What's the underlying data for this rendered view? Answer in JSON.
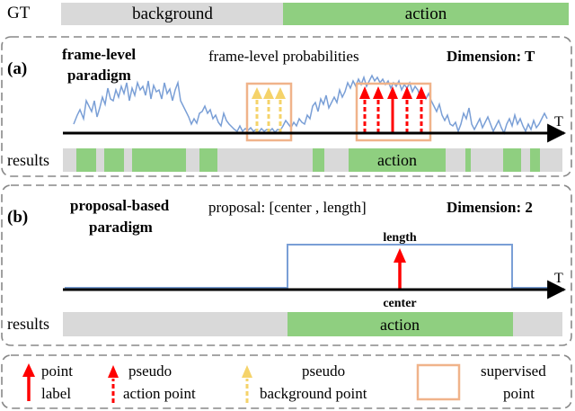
{
  "gt_row": {
    "label": "GT",
    "background_label": "background",
    "action_label": "action",
    "background_color": "#d9d9d9",
    "action_color": "#8fcf80"
  },
  "panel_a": {
    "tag": "(a)",
    "title_line1": "frame-level",
    "title_line2": "paradigm",
    "subtitle": "frame-level probabilities",
    "dimension": "Dimension: T",
    "axis_label": "T",
    "results_label": "results",
    "action_label": "action",
    "curve_color": "#7a9fd6",
    "highlight_color": "#f0b38a"
  },
  "panel_b": {
    "tag": "(b)",
    "title_line1": "proposal-based",
    "title_line2": "paradigm",
    "subtitle": "proposal: [center , length]",
    "dimension": "Dimension: 2",
    "axis_label": "T",
    "length_label": "length",
    "center_label": "center",
    "results_label": "results",
    "action_label": "action"
  },
  "legend": {
    "point_label_line1": "point",
    "point_label_line2": "label",
    "pseudo_action_line1": "pseudo",
    "pseudo_action_line2": "action point",
    "pseudo_bg_line1": "pseudo",
    "pseudo_bg_line2": "background point",
    "supervised_line1": "supervised",
    "supervised_line2": "point",
    "red_color": "#ff0000",
    "yellow_color": "#f5d36a"
  }
}
